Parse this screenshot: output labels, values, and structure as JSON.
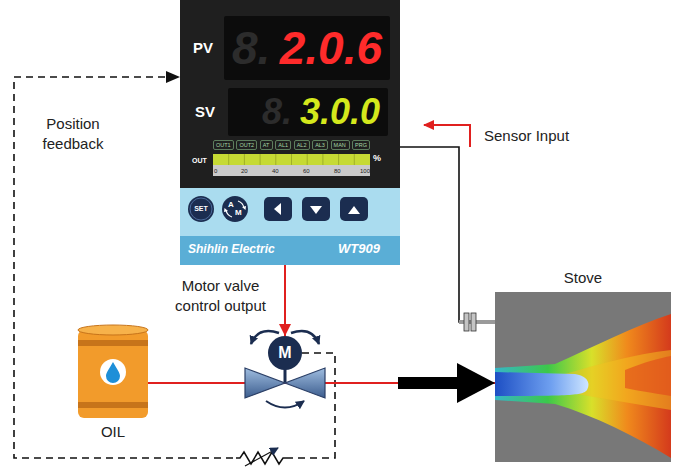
{
  "diagram": {
    "nodes": [
      {
        "text": [
          "Shihlin Electric",
          "WT909"
        ]
      },
      {
        "text": [
          "PV",
          "2.0.6"
        ],
        "in": 0
      },
      {
        "text": [
          "SV",
          "3.0.0"
        ],
        "in": 0
      },
      {
        "text": [
          "OUT1"
        ],
        "in": 0
      },
      {
        "text": [
          "OUT2"
        ],
        "in": 0
      },
      {
        "text": [
          "AT"
        ],
        "in": 0
      },
      {
        "text": [
          "AL1"
        ],
        "in": 0
      },
      {
        "text": [
          "AL2"
        ],
        "in": 0
      },
      {
        "text": [
          "AL3"
        ],
        "in": 0
      },
      {
        "text": [
          "MAN"
        ],
        "in": 0
      },
      {
        "text": [
          "PRG"
        ],
        "in": 0
      },
      {
        "text": [
          "SET"
        ],
        "in": 0
      },
      {
        "text": [
          "A",
          "M"
        ],
        "in": 0
      },
      {
        "text": [
          "M"
        ]
      },
      {
        "text": [
          "OIL"
        ]
      },
      {
        "text": [
          "Stove"
        ]
      }
    ],
    "edges": [
      {
        "from": 0,
        "to": 13,
        "arrow": "to",
        "label": "Motor valve control output"
      },
      {
        "from": 15,
        "to": 0,
        "arrow": "none",
        "label": "Sensor Input"
      },
      {
        "from": 13,
        "to": 0,
        "arrow": "to",
        "label": "Position feedback"
      },
      {
        "from": 14,
        "to": 15,
        "arrow": "to"
      }
    ],
    "labels": [
      "8.",
      "8.",
      "OUT",
      "%",
      "0",
      "20",
      "40",
      "60",
      "80",
      "100"
    ]
  }
}
